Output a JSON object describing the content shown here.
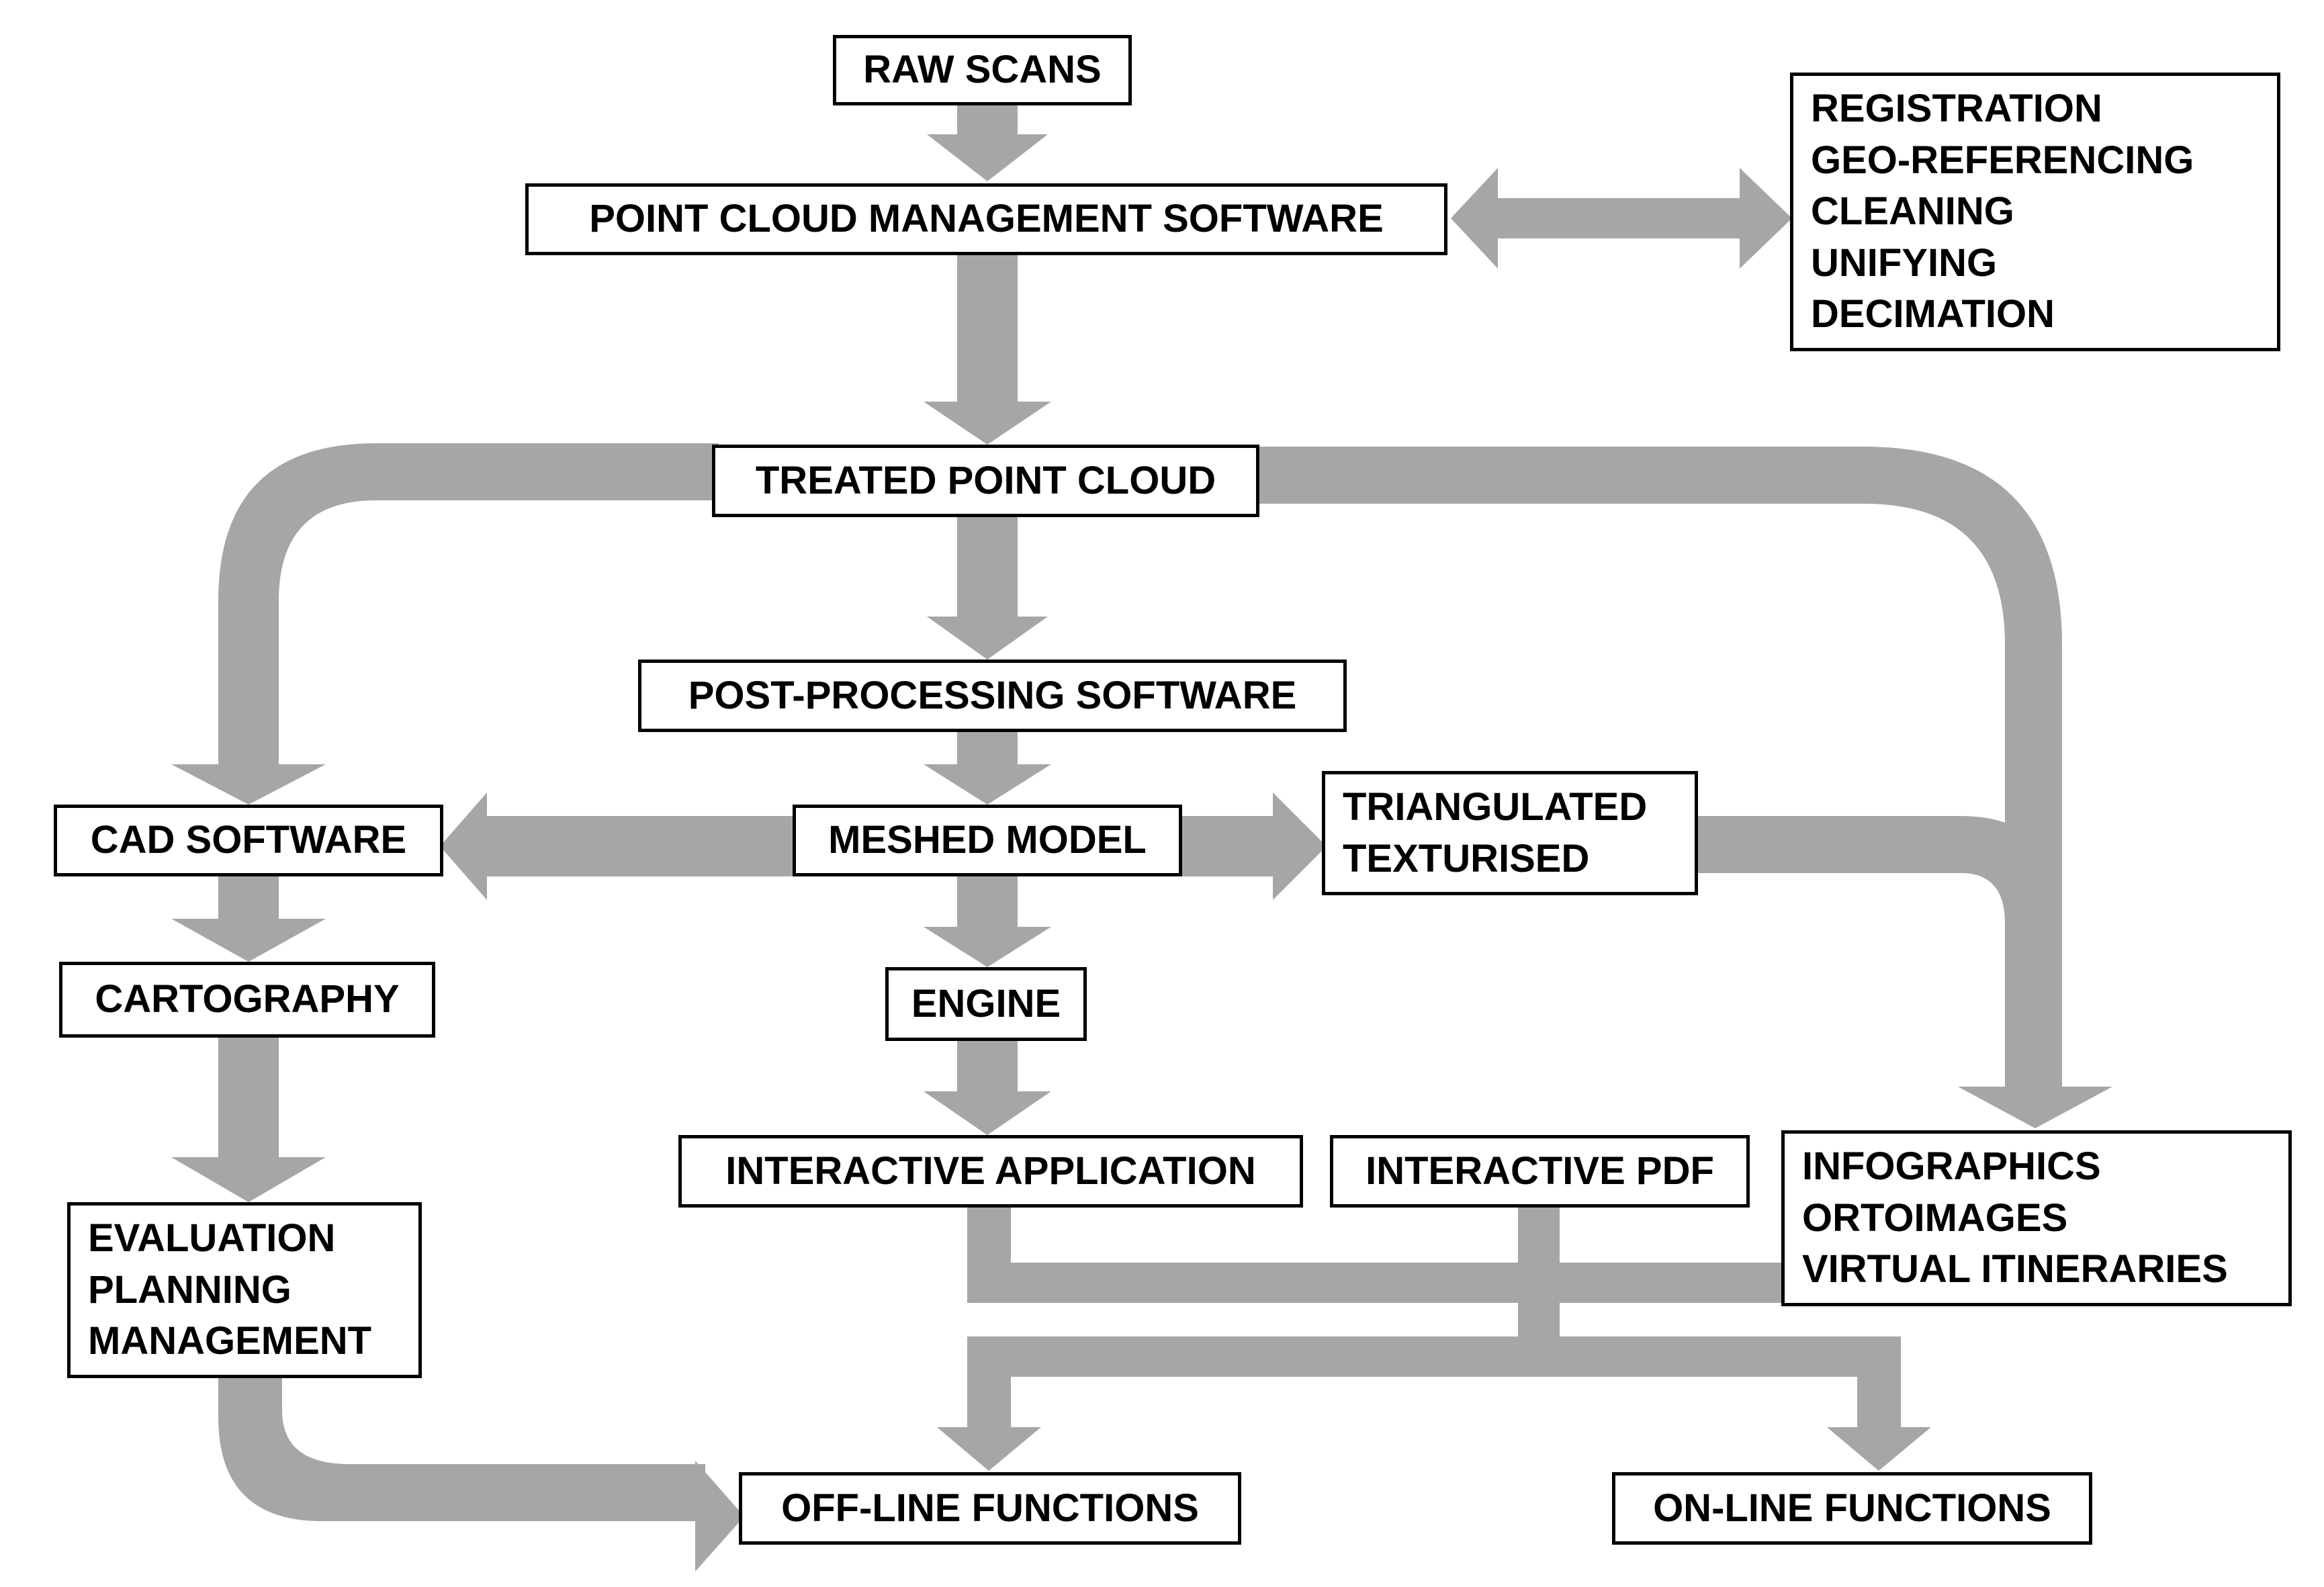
{
  "colors": {
    "arrow": "#a6a6a6",
    "box_border": "#000000",
    "text": "#000000",
    "background": "#ffffff"
  },
  "nodes": {
    "raw_scans": "RAW SCANS",
    "pcm_software": "POINT CLOUD MANAGEMENT SOFTWARE",
    "pcm_tasks": [
      "REGISTRATION",
      "GEO-REFERENCING",
      "CLEANING",
      "UNIFYING",
      "DECIMATION"
    ],
    "treated_point_cloud": "TREATED POINT CLOUD",
    "post_processing": "POST-PROCESSING SOFTWARE",
    "cad_software": "CAD SOFTWARE",
    "meshed_model": "MESHED MODEL",
    "triangulated": [
      "TRIANGULATED",
      "TEXTURISED"
    ],
    "cartography": "CARTOGRAPHY",
    "engine": "ENGINE",
    "interactive_application": "INTERACTIVE APPLICATION",
    "interactive_pdf": "INTERACTIVE PDF",
    "infographics": [
      "INFOGRAPHICS",
      "ORTOIMAGES",
      "VIRTUAL ITINERARIES"
    ],
    "evaluation": [
      "EVALUATION",
      "PLANNING",
      "MANAGEMENT"
    ],
    "offline_functions": "OFF-LINE FUNCTIONS",
    "online_functions": "ON-LINE FUNCTIONS"
  }
}
